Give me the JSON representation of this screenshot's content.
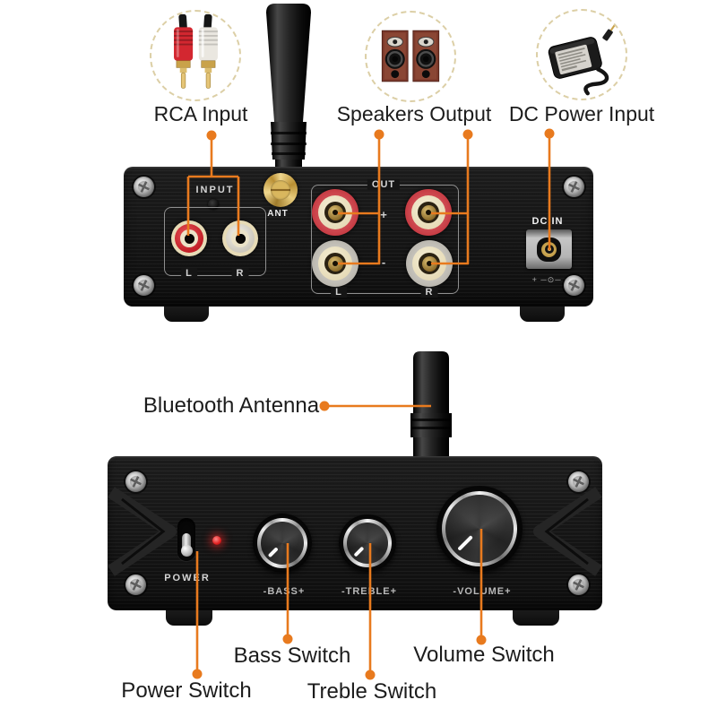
{
  "accent": "#e87a1e",
  "top_callouts": {
    "rca": "RCA Input",
    "speakers": "Speakers Output",
    "dc_power": "DC Power Input"
  },
  "back_panel": {
    "input": {
      "title": "INPUT",
      "left": "L",
      "right": "R"
    },
    "antenna": "ANT",
    "output": {
      "title": "OUT",
      "plus": "+",
      "minus": "-",
      "left": "L",
      "right": "R"
    },
    "dc": {
      "title": "DC IN",
      "polarity": "+ ─⊙─ −"
    }
  },
  "front_panel": {
    "power": "POWER",
    "bass": "-BASS+",
    "treble": "-TREBLE+",
    "volume": "-VOLUME+"
  },
  "bottom_callouts": {
    "bluetooth": "Bluetooth Antenna",
    "power": "Power Switch",
    "bass": "Bass Switch",
    "treble": "Treble Switch",
    "volume": "Volume Switch"
  }
}
